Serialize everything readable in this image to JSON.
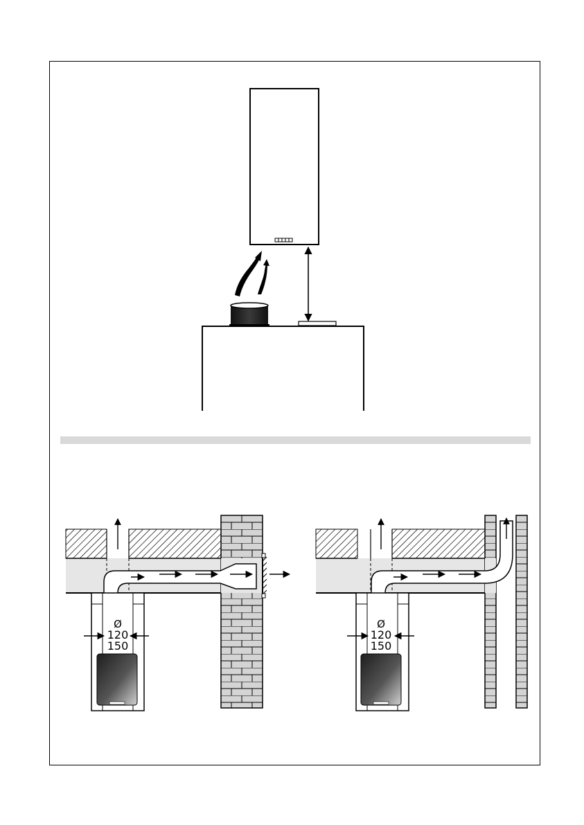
{
  "figure_top": {
    "hood_control_buttons": 5
  },
  "duct_left": {
    "diameter_symbol": "Ø",
    "diameter_1": "120",
    "diameter_2": "150"
  },
  "duct_right": {
    "diameter_symbol": "Ø",
    "diameter_1": "120",
    "diameter_2": "150"
  },
  "colors": {
    "ink": "#000000",
    "separator": "#d9d9d9",
    "duct_fill": "#e6e6e6",
    "wall_fill": "#d4d4d4",
    "motor_dark": "#2e2e2e",
    "motor_light": "#bdbdbd"
  }
}
